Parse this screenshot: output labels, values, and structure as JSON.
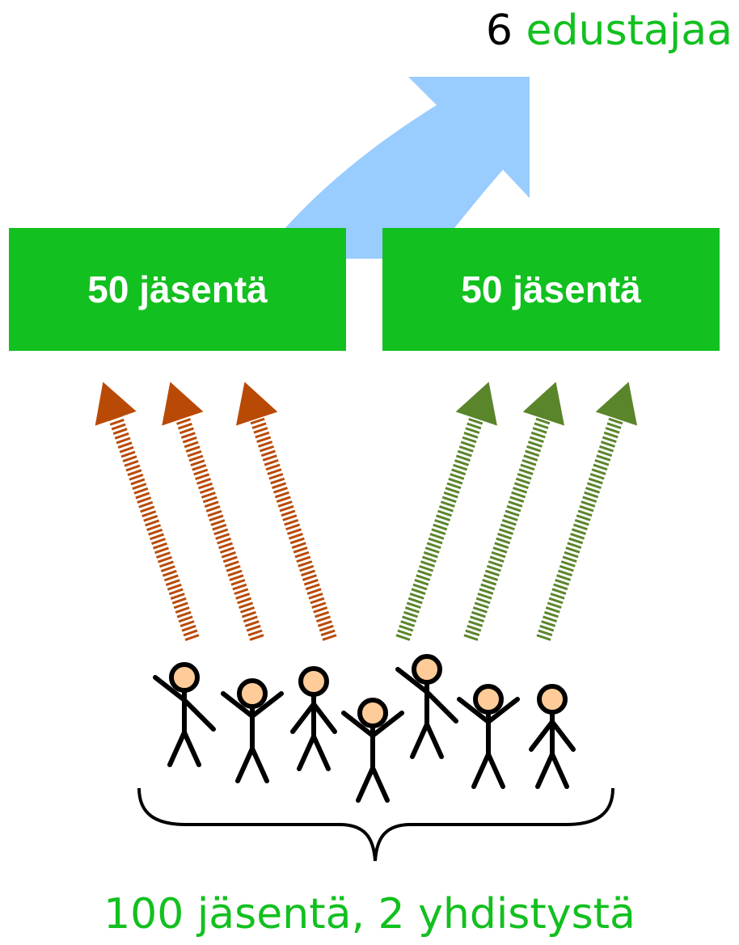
{
  "top_label": {
    "number": "6",
    "word": "edustajaa"
  },
  "groups": [
    {
      "label": "50 jäsentä",
      "arrow_color": "#b94a06"
    },
    {
      "label": "50 jäsentä",
      "arrow_color": "#5a852a"
    }
  ],
  "bottom_label": "100 jäsentä, 2 yhdistystä",
  "colors": {
    "box": "#12c01f",
    "big_arrow": "#99ccff",
    "person_head": "#ffcc99",
    "person_line": "#000000"
  }
}
